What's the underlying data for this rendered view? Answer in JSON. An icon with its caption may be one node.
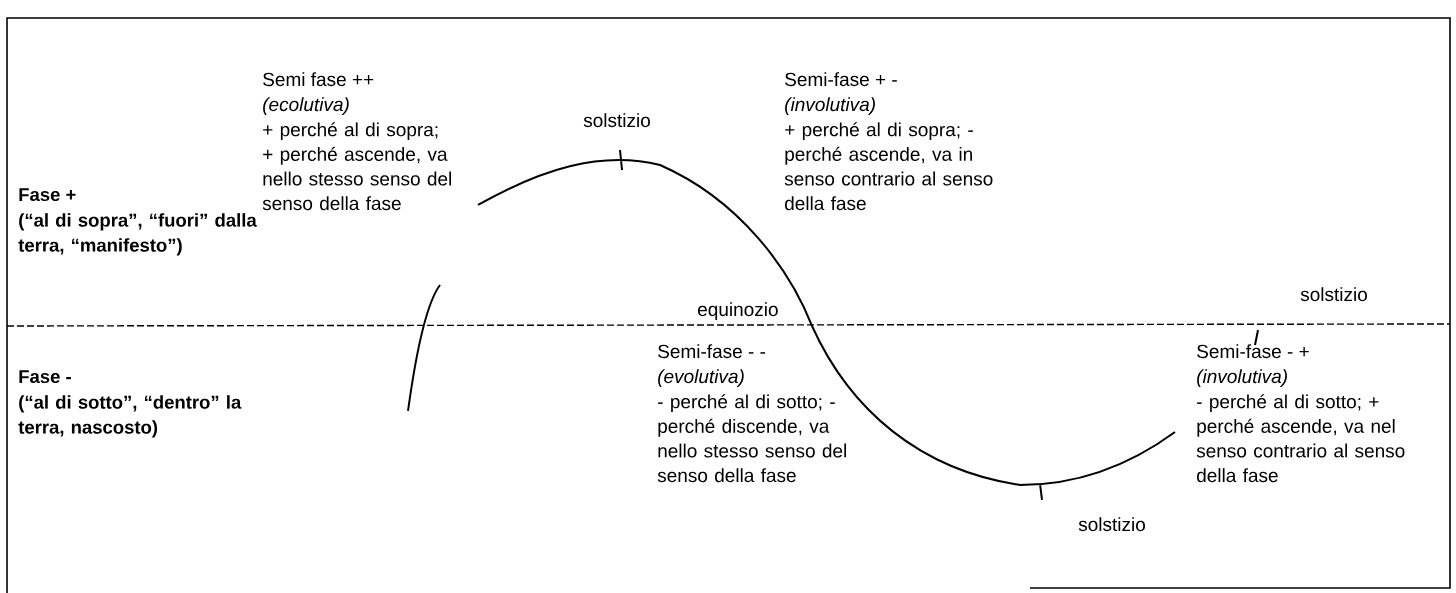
{
  "diagram": {
    "labels": [
      "Semi fase ++",
      "(ecolutiva)",
      "+ perché al di sopra; + perché ascende, va nello stesso senso del senso della fase",
      "solstizio",
      "Semi-fase + -",
      "(involutiva)",
      "+ perché al di sopra; - perché ascende, va in senso contrario al senso della fase",
      "Fase +",
      "(“al di sopra”, “fuori” dalla terra, “manifesto”)",
      "equinozio",
      "solstizio",
      "Fase -",
      "(“al di sotto”, “dentro” la terra, nascosto)",
      "Semi-fase - -",
      "(evolutiva)",
      "- perché al di sotto; - perché discende, va nello stesso senso del senso della fase",
      "Semi-fase - +",
      "(involutiva)",
      "- perché al di sotto; + perché ascende, va nel senso contrario al senso della fase",
      "solstizio"
    ]
  }
}
